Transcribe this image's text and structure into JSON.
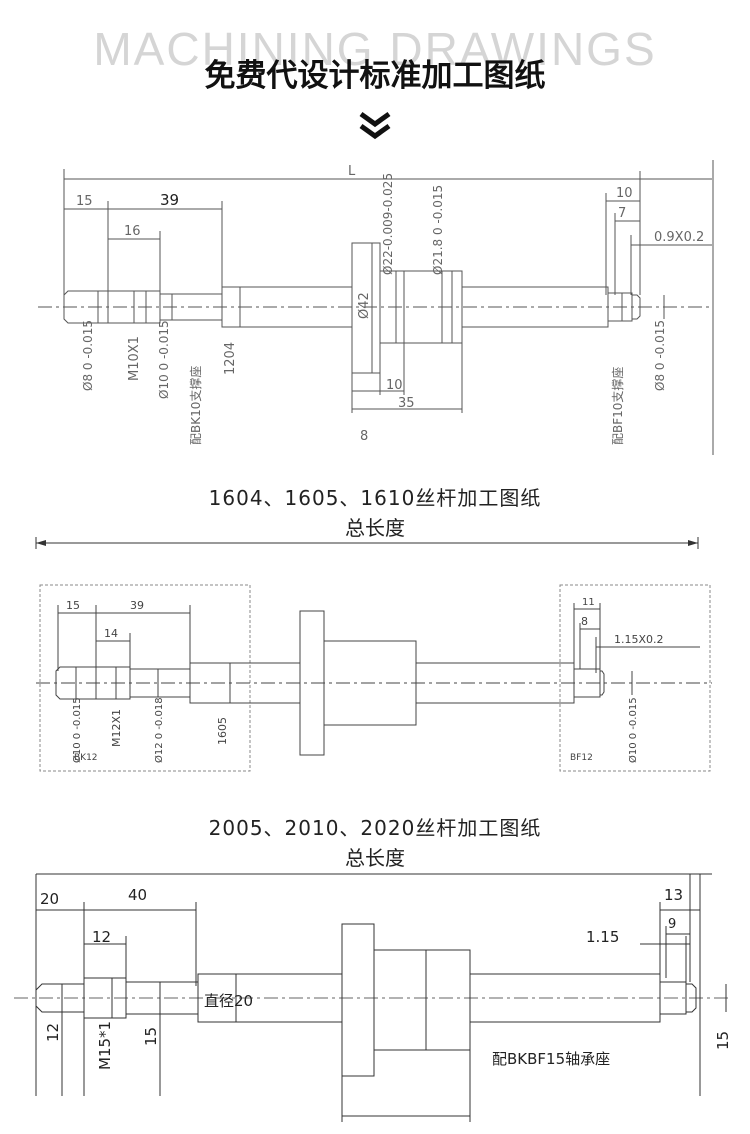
{
  "header": {
    "watermark": "MACHINING DRAWINGS",
    "title": "免费代设计标准加工图纸",
    "chevron_icon": "double-chevron-down-icon"
  },
  "drawing1": {
    "dim_L": "L",
    "dim_15": "15",
    "dim_39": "39",
    "dim_16": "16",
    "dim_10": "10",
    "dim_7": "7",
    "chamfer": "0.9X0.2",
    "dia_22": "Ø22-0.009-0.025",
    "dia_21_8": "Ø21.8 0 -0.015",
    "dia_42": "Ø42",
    "dim_8": "8",
    "dim_10b": "10",
    "dim_35": "35",
    "dia_8_left": "Ø8 0 -0.015",
    "thread": "M10X1",
    "dia_10": "Ø10 0 -0.015",
    "model": "1204",
    "support_left": "配BK10支撑座",
    "support_right": "配BF10支撑座",
    "dia_8_right": "Ø8 0 -0.015"
  },
  "caption1": {
    "line1": "1604、1605、1610丝杆加工图纸",
    "line2": "总长度"
  },
  "drawing2": {
    "dim_15": "15",
    "dim_39": "39",
    "dim_14": "14",
    "dim_11": "11",
    "dim_8": "8",
    "chamfer": "1.15X0.2",
    "dia_10_left": "Ø10 0 -0.015",
    "thread": "M12X1",
    "dia_12": "Ø12 0 -0.018",
    "model": "1605",
    "bk": "BK12",
    "bf": "BF12",
    "dia_10_right": "Ø10 0 -0.015"
  },
  "caption2": {
    "line1": "2005、2010、2020丝杆加工图纸",
    "line2": "总长度"
  },
  "drawing3": {
    "dim_20": "20",
    "dim_40": "40",
    "dim_12_top": "12",
    "dim_13": "13",
    "dim_9": "9",
    "dim_1_15": "1.15",
    "diameter": "直径20",
    "dim_12_left": "12",
    "thread": "M15*1",
    "dim_15_left": "15",
    "support": "配BKBF15轴承座",
    "dim_15_right": "15"
  }
}
